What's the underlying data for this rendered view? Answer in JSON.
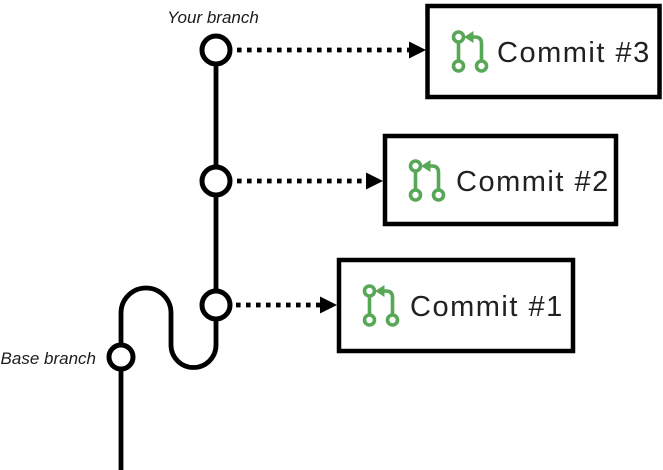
{
  "diagram": {
    "labels": {
      "your_branch": "Your branch",
      "base_branch": "Base branch"
    },
    "commits": [
      {
        "label": "Commit #3",
        "icon": "git-pull-request-icon"
      },
      {
        "label": "Commit #2",
        "icon": "git-pull-request-icon"
      },
      {
        "label": "Commit #1",
        "icon": "git-pull-request-icon"
      }
    ],
    "colors": {
      "icon_green": "#57a757",
      "line_black": "#000000",
      "text_dark": "#212121",
      "background": "#ffffff"
    }
  }
}
